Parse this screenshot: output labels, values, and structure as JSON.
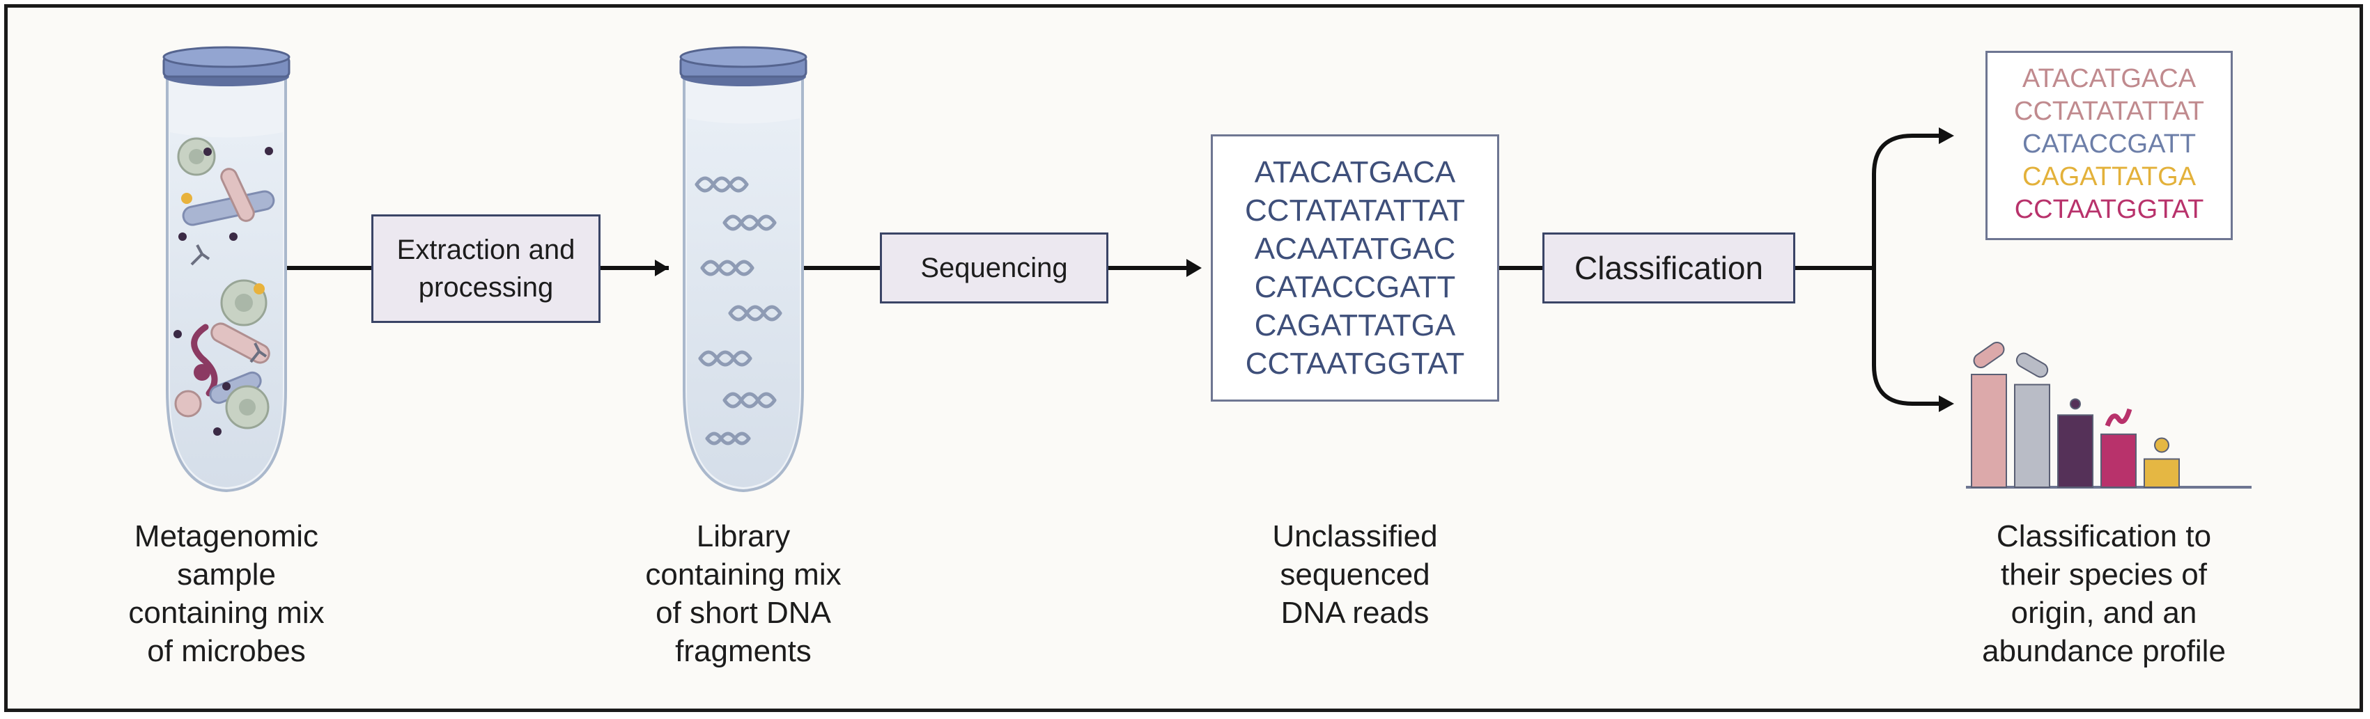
{
  "steps": {
    "extraction": [
      "Extraction and",
      "processing"
    ],
    "sequencing": "Sequencing",
    "classification": "Classification"
  },
  "captions": {
    "sample": [
      "Metagenomic",
      "sample",
      "containing mix",
      "of microbes"
    ],
    "library": [
      "Library",
      "containing mix",
      "of short DNA",
      "fragments"
    ],
    "reads": [
      "Unclassified",
      "sequenced",
      "DNA reads"
    ],
    "result": [
      "Classification to",
      "their species of",
      "origin, and an",
      "abundance profile"
    ]
  },
  "unclassified_reads": [
    "ATACATGACA",
    "CCTATATATTAT",
    "ACAATATGAC",
    "CATACCGATT",
    "CAGATTATGA",
    "CCTAATGGTAT"
  ],
  "classified_reads": [
    {
      "text": "ATACATGACA",
      "color": "#c08a8e"
    },
    {
      "text": "CCTATATATTAT",
      "color": "#c08a8e"
    },
    {
      "text": "CATACCGATT",
      "color": "#6c7ea8"
    },
    {
      "text": "CAGATTATGA",
      "color": "#e3b13a"
    },
    {
      "text": "CCTAATGGTAT",
      "color": "#b8326b"
    }
  ],
  "abundance_bars": [
    {
      "value": 1.0,
      "color": "#dca9aa",
      "icon": "rod-bacterium-icon"
    },
    {
      "value": 0.91,
      "color": "#b9bcc6",
      "icon": "grey-rod-bacterium-icon"
    },
    {
      "value": 0.64,
      "color": "#553158",
      "icon": "coccus-icon"
    },
    {
      "value": 0.47,
      "color": "#b8326b",
      "icon": "spirillum-icon"
    },
    {
      "value": 0.25,
      "color": "#e5b743",
      "icon": "yellow-coccus-icon"
    }
  ],
  "colors": {
    "reads_text": "#3e4f7a",
    "box_fill": "#ece8f0",
    "box_border": "#3a4466",
    "tube_cap": "#7c8fc0",
    "tube_fill": "#dfe6ef"
  }
}
